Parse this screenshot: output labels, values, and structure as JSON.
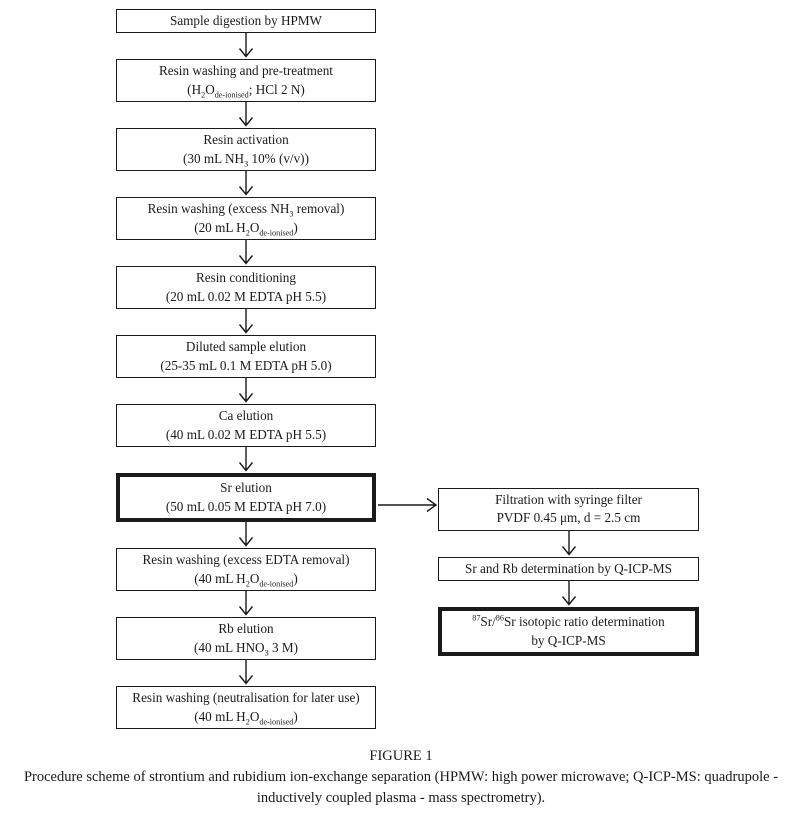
{
  "colors": {
    "border": "#1a1a1a",
    "text": "#1a1a1a",
    "background": "#ffffff"
  },
  "icons": {
    "down_arrow": "↓",
    "right_arrow": "→"
  },
  "flow": {
    "main": [
      {
        "id": "sample-digestion",
        "bold": false,
        "lines": [
          [
            {
              "t": "Sample digestion by HPMW"
            }
          ]
        ]
      },
      {
        "id": "resin-washing-pretreatment",
        "bold": false,
        "lines": [
          [
            {
              "t": "Resin washing and pre-treatment"
            }
          ],
          [
            {
              "t": "(H"
            },
            {
              "t": "2",
              "s": "sub"
            },
            {
              "t": "O"
            },
            {
              "t": "de-ionised",
              "s": "sub"
            },
            {
              "t": "; HCl 2 N)"
            }
          ]
        ]
      },
      {
        "id": "resin-activation",
        "bold": false,
        "lines": [
          [
            {
              "t": "Resin activation"
            }
          ],
          [
            {
              "t": "(30 mL NH"
            },
            {
              "t": "3",
              "s": "sub"
            },
            {
              "t": " 10% (v/v))"
            }
          ]
        ]
      },
      {
        "id": "resin-washing-nh3",
        "bold": false,
        "lines": [
          [
            {
              "t": "Resin washing (excess NH"
            },
            {
              "t": "3",
              "s": "sub"
            },
            {
              "t": " removal)"
            }
          ],
          [
            {
              "t": "(20 mL H"
            },
            {
              "t": "2",
              "s": "sub"
            },
            {
              "t": "O"
            },
            {
              "t": "de-ionised",
              "s": "sub"
            },
            {
              "t": ")"
            }
          ]
        ]
      },
      {
        "id": "resin-conditioning",
        "bold": false,
        "lines": [
          [
            {
              "t": "Resin conditioning"
            }
          ],
          [
            {
              "t": "(20 mL 0.02 M EDTA pH 5.5)"
            }
          ]
        ]
      },
      {
        "id": "diluted-sample-elution",
        "bold": false,
        "lines": [
          [
            {
              "t": "Diluted sample elution"
            }
          ],
          [
            {
              "t": "(25-35 mL 0.1 M EDTA pH 5.0)"
            }
          ]
        ]
      },
      {
        "id": "ca-elution",
        "bold": false,
        "lines": [
          [
            {
              "t": "Ca elution"
            }
          ],
          [
            {
              "t": "(40 mL 0.02 M EDTA pH 5.5)"
            }
          ]
        ]
      },
      {
        "id": "sr-elution",
        "bold": true,
        "lines": [
          [
            {
              "t": "Sr elution"
            }
          ],
          [
            {
              "t": "(50 mL 0.05 M EDTA pH 7.0)"
            }
          ]
        ]
      },
      {
        "id": "resin-washing-edta",
        "bold": false,
        "lines": [
          [
            {
              "t": "Resin washing (excess EDTA removal)"
            }
          ],
          [
            {
              "t": "(40 mL H"
            },
            {
              "t": "2",
              "s": "sub"
            },
            {
              "t": "O"
            },
            {
              "t": "de-ionised",
              "s": "sub"
            },
            {
              "t": ")"
            }
          ]
        ]
      },
      {
        "id": "rb-elution",
        "bold": false,
        "lines": [
          [
            {
              "t": "Rb elution"
            }
          ],
          [
            {
              "t": "(40 mL HNO"
            },
            {
              "t": "3",
              "s": "sub"
            },
            {
              "t": " 3 M)"
            }
          ]
        ]
      },
      {
        "id": "resin-washing-neutralisation",
        "bold": false,
        "lines": [
          [
            {
              "t": "Resin washing (neutralisation for later use)"
            }
          ],
          [
            {
              "t": "(40 mL H"
            },
            {
              "t": "2",
              "s": "sub"
            },
            {
              "t": "O"
            },
            {
              "t": "de-ionised",
              "s": "sub"
            },
            {
              "t": ")"
            }
          ]
        ]
      }
    ],
    "side": [
      {
        "id": "filtration",
        "bold": false,
        "lines": [
          [
            {
              "t": "Filtration with syringe filter"
            }
          ],
          [
            {
              "t": "PVDF 0.45 μm, d = 2.5 cm"
            }
          ]
        ]
      },
      {
        "id": "sr-rb-determination",
        "bold": false,
        "lines": [
          [
            {
              "t": "Sr and Rb determination by Q-ICP-MS"
            }
          ]
        ]
      },
      {
        "id": "isotopic-ratio-determination",
        "bold": true,
        "lines": [
          [
            {
              "t": "87",
              "s": "sup"
            },
            {
              "t": "Sr/"
            },
            {
              "t": "86",
              "s": "sup"
            },
            {
              "t": "Sr isotopic ratio determination"
            }
          ],
          [
            {
              "t": "by Q-ICP-MS"
            }
          ]
        ]
      }
    ]
  },
  "caption": {
    "title": "FIGURE 1",
    "text": "Procedure scheme of strontium and rubidium ion-exchange separation (HPMW: high power microwave; Q-ICP-MS: quadrupole - inductively coupled plasma - mass spectrometry)."
  }
}
